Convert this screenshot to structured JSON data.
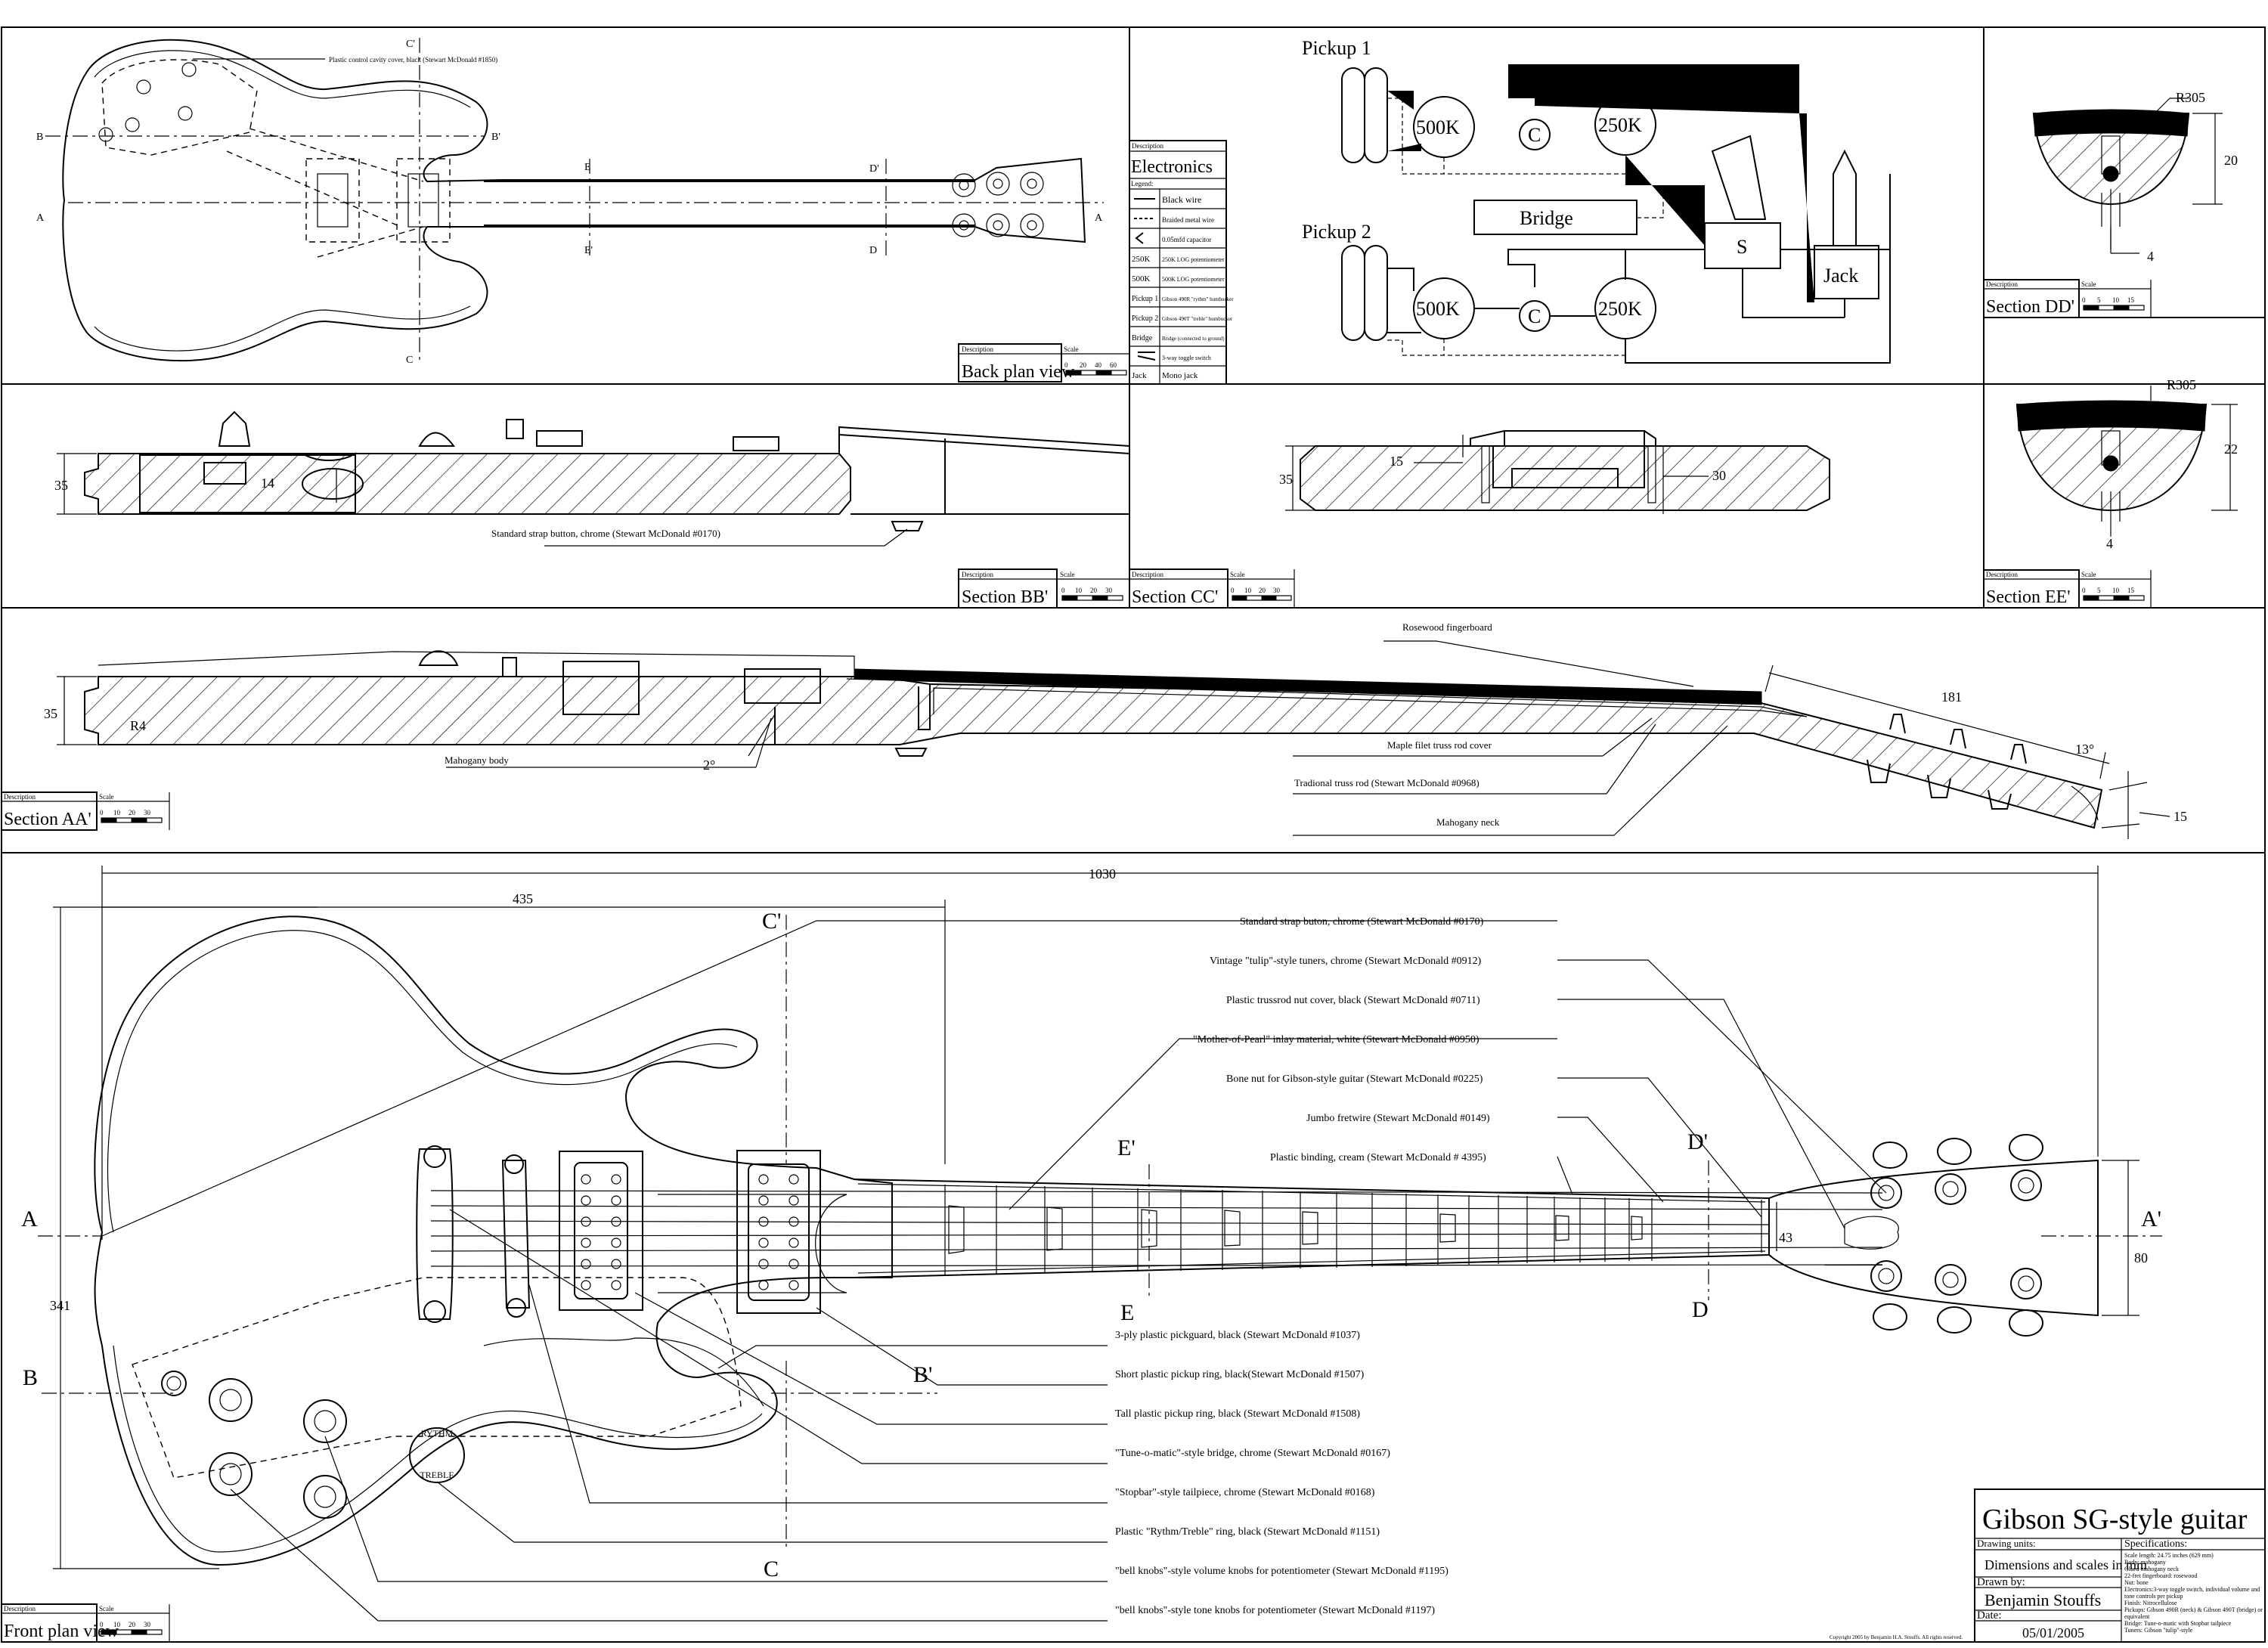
{
  "title_block": {
    "title": "Gibson SG-style guitar",
    "drawing_units_label": "Drawing units:",
    "drawing_units": "Dimensions and scales in mm",
    "drawn_by_label": "Drawn by:",
    "author": "Benjamin Stouffs",
    "date_label": "Date:",
    "date": "05/01/2005",
    "specs_label": "Specifications:",
    "specs": [
      "Scale length: 24.75 inches (629 mm)",
      "Body: mahogany",
      "Glued mahogany neck",
      "22-fret fingerboard: rosewood",
      "Nut: bone",
      "Electronics:3-way toggle switch, individual volume and",
      "  tone controls per pickup",
      "Finish: Nitrocellulose",
      "Pickups: Gibson 490R (neck) & Gibson 490T (bridge) or",
      "  equivalent",
      "Bridge: Tune-o-matic with Stopbar tailpiece",
      "Tuners: Gibson \"tulip\"-style"
    ],
    "copyright": "Copyright 2005 by Benjamin H.A. Stouffs.  All rights reserved."
  },
  "scale_labels": {
    "description": "Description",
    "scale": "Scale"
  },
  "views": {
    "back": {
      "name": "Back plan view",
      "ticks": [
        "0",
        "20",
        "40",
        "60"
      ]
    },
    "bb": {
      "name": "Section BB'",
      "ticks": [
        "0",
        "10",
        "20",
        "30"
      ]
    },
    "cc": {
      "name": "Section CC'",
      "ticks": [
        "0",
        "10",
        "20",
        "30"
      ]
    },
    "dd": {
      "name": "Section DD'",
      "ticks": [
        "0",
        "5",
        "10",
        "15"
      ]
    },
    "ee": {
      "name": "Section EE'",
      "ticks": [
        "0",
        "5",
        "10",
        "15"
      ]
    },
    "aa": {
      "name": "Section AA'",
      "ticks": [
        "0",
        "10",
        "20",
        "30"
      ]
    },
    "front": {
      "name": "Front plan view",
      "ticks": [
        "0",
        "10",
        "20",
        "30"
      ]
    }
  },
  "electronics": {
    "description": "Description",
    "title": "Electronics",
    "legend_label": "Legend:",
    "legend": [
      {
        "key": "",
        "text": "Black wire"
      },
      {
        "key": "",
        "text": "Braided metal wire"
      },
      {
        "key": "",
        "text": "0.05mfd capacitor"
      },
      {
        "key": "250K",
        "text": "250K LOG potentiometer"
      },
      {
        "key": "500K",
        "text": "500K LOG potentiometer"
      },
      {
        "key": "Pickup 1",
        "text": "Gibson 490R \"rythm\" humbucker"
      },
      {
        "key": "Pickup 2",
        "text": "Gibson 490T \"treble\" humbucker"
      },
      {
        "key": "Bridge",
        "text": "Bridge (connected to ground)"
      },
      {
        "key": "",
        "text": "3-way toggle switch"
      },
      {
        "key": "Jack",
        "text": "Mono jack"
      }
    ]
  },
  "schematic": {
    "pickup1": "Pickup 1",
    "pickup2": "Pickup 2",
    "pot500": "500K",
    "pot250": "250K",
    "cap": "C",
    "bridge": "Bridge",
    "switch": "S",
    "jack": "Jack"
  },
  "back_view_labels": {
    "cavity_note": "Plastic control cavity cover, black (Stewart McDonald #1850)",
    "C": "C",
    "Cp": "C'",
    "B": "B",
    "Bp": "B'",
    "A": "A",
    "Ap": "A",
    "E": "E",
    "Ep": "E'",
    "D": "D",
    "Dp": "D'"
  },
  "section_bb_labels": {
    "dim35": "35",
    "dim14": "14",
    "strap": "Standard strap button, chrome (Stewart McDonald #0170)"
  },
  "section_cc_labels": {
    "dim35": "35",
    "dim15": "15",
    "dim30": "30"
  },
  "section_dd_labels": {
    "r": "R305",
    "h": "20",
    "w": "4"
  },
  "section_ee_labels": {
    "r": "R305",
    "h": "22",
    "w": "4"
  },
  "section_aa_labels": {
    "dim35": "35",
    "r4": "R4",
    "angle2": "2°",
    "angle13": "13°",
    "dim181": "181",
    "dim15": "15",
    "rosewood": "Rosewood fingerboard",
    "mahogany_body": "Mahogany body",
    "maple": "Maple filet truss rod cover",
    "trussrod": "Tradional truss rod (Stewart McDonald #0968)",
    "mahogany_neck": "Mahogany neck"
  },
  "front_dims": {
    "d1030": "1030",
    "d435": "435",
    "d341": "341",
    "d80": "80",
    "d43": "43"
  },
  "front_letters": {
    "A": "A",
    "Ap": "A'",
    "B": "B",
    "Bp": "B'",
    "C": "C",
    "Cp": "C'",
    "D": "D",
    "Dp": "D'",
    "E": "E",
    "Ep": "E'"
  },
  "knob_ring": {
    "top": "RYTHM",
    "bottom": "TREBLE"
  },
  "callouts_top": [
    "Standard strap buton, chrome (Stewart McDonald #0170)",
    "Vintage \"tulip\"-style tuners, chrome (Stewart McDonald #0912)",
    "Plastic trussrod nut cover, black (Stewart McDonald #0711)",
    "\"Mother-of-Pearl\" inlay material, white (Stewart McDonald #0950)",
    "Bone nut for Gibson-style guitar (Stewart McDonald #0225)",
    "Jumbo fretwire (Stewart McDonald #0149)",
    "Plastic binding, cream (Stewart McDonald # 4395)"
  ],
  "callouts_bottom": [
    "3-ply plastic pickguard, black (Stewart McDonald #1037)",
    "Short plastic pickup ring, black(Stewart McDonald #1507)",
    "Tall plastic pickup ring, black (Stewart McDonald #1508)",
    "\"Tune-o-matic\"-style bridge, chrome (Stewart McDonald #0167)",
    "\"Stopbar\"-style tailpiece, chrome (Stewart McDonald #0168)",
    "Plastic \"Rythm/Treble\" ring, black (Stewart McDonald #1151)",
    "\"bell knobs\"-style volume knobs for potentiometer (Stewart McDonald #1195)",
    "\"bell knobs\"-style tone knobs for potentiometer (Stewart McDonald #1197)"
  ]
}
